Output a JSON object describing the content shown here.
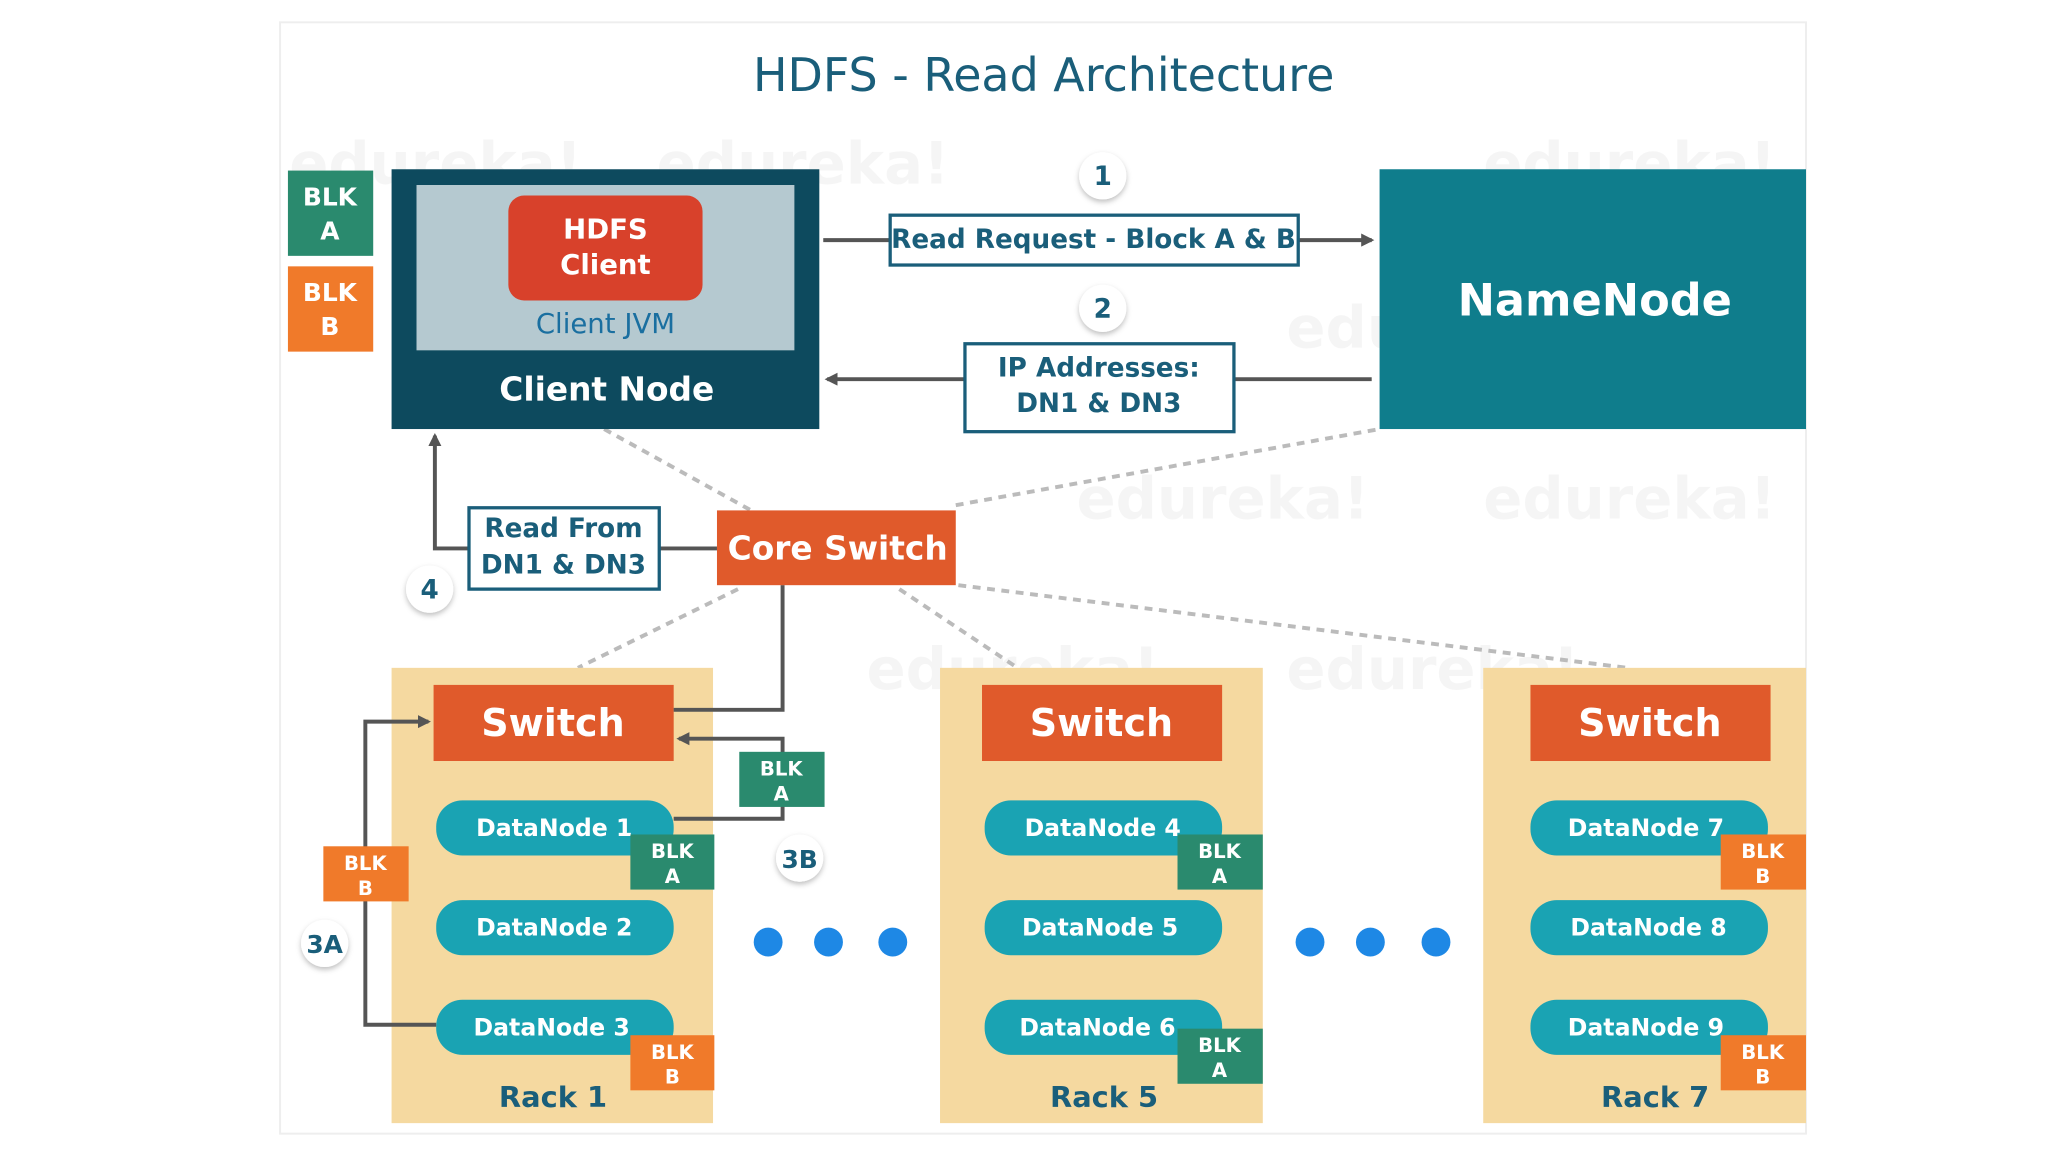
{
  "title": "HDFS - Read Architecture",
  "colors": {
    "title": "#1a5e7a",
    "client_node": "#0d4a5e",
    "client_jvm": "#b5c9d0",
    "hdfs_client": "#d8412b",
    "namenode": "#0f7d8c",
    "switch": "#e05a2b",
    "rack": "#f5d9a0",
    "datanode": "#1aa3b3",
    "blk_a": "#2a8a6e",
    "blk_b": "#f07a2a",
    "dots": "#1e88e5"
  },
  "legend": {
    "blk_a": [
      "BLK",
      "A"
    ],
    "blk_b": [
      "BLK",
      "B"
    ]
  },
  "client_node": {
    "hdfs_client": [
      "HDFS",
      "Client"
    ],
    "jvm_label": "Client JVM",
    "label": "Client Node"
  },
  "namenode": {
    "label": "NameNode"
  },
  "core_switch": {
    "label": "Core Switch"
  },
  "steps": {
    "s1": {
      "num": "1",
      "label": "Read Request - Block A & B"
    },
    "s2": {
      "num": "2",
      "label": [
        "IP Addresses:",
        "DN1 & DN3"
      ]
    },
    "s3a": {
      "num": "3A",
      "block": [
        "BLK",
        "B"
      ]
    },
    "s3b": {
      "num": "3B",
      "block": [
        "BLK",
        "A"
      ]
    },
    "s4": {
      "num": "4",
      "label": [
        "Read From",
        "DN1 & DN3"
      ]
    }
  },
  "racks": [
    {
      "label": "Rack 1",
      "switch": "Switch",
      "datanodes": [
        "DataNode 1",
        "DataNode 2",
        "DataNode 3"
      ]
    },
    {
      "label": "Rack 5",
      "switch": "Switch",
      "datanodes": [
        "DataNode 4",
        "DataNode 5",
        "DataNode 6"
      ]
    },
    {
      "label": "Rack 7",
      "switch": "Switch",
      "datanodes": [
        "DataNode 7",
        "DataNode 8",
        "DataNode 9"
      ]
    }
  ],
  "blocks": {
    "blk": "BLK",
    "a": "A",
    "b": "B"
  },
  "watermark": "edureka!"
}
